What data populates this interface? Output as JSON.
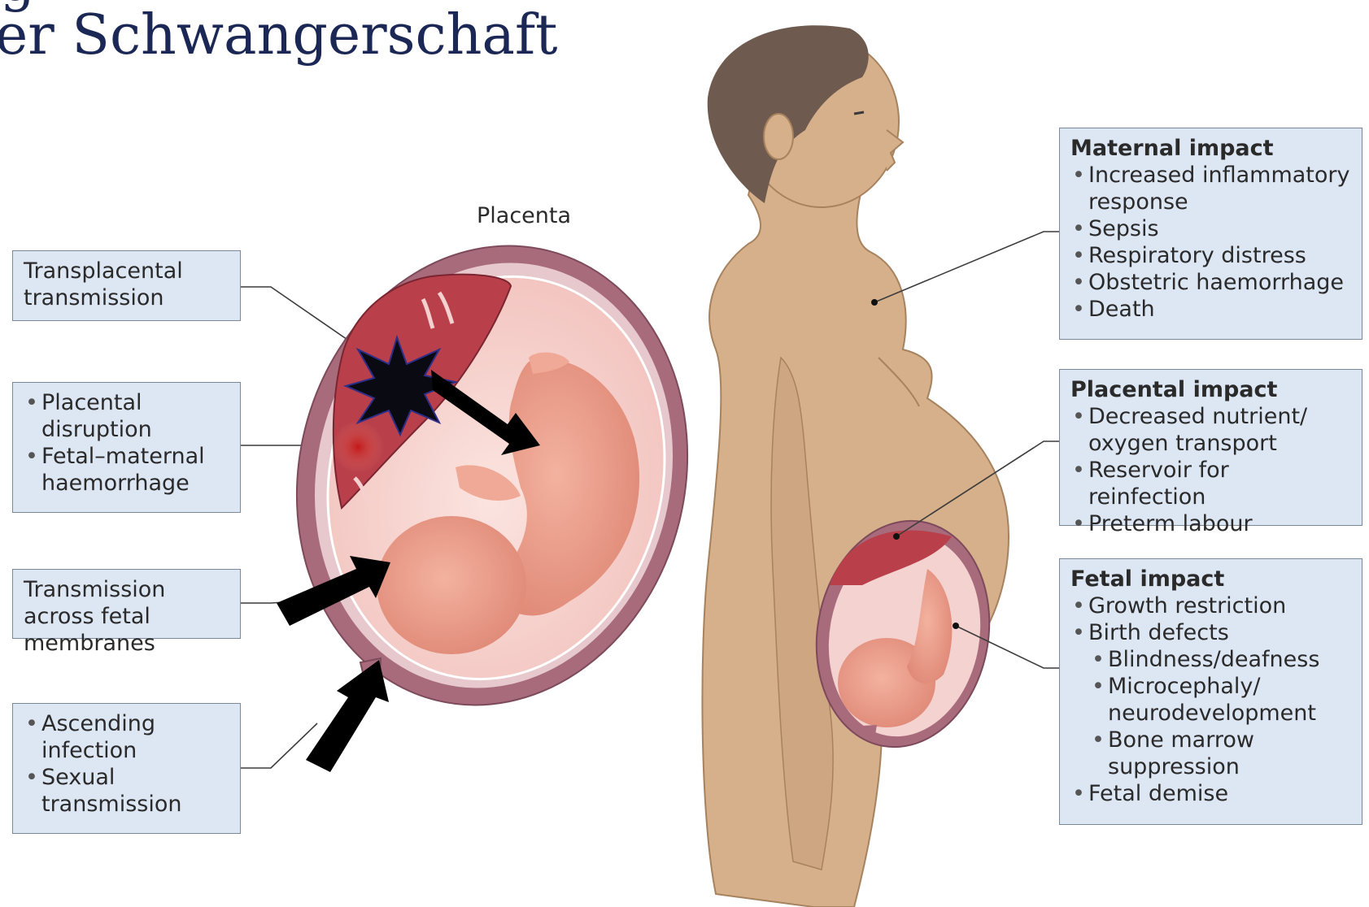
{
  "title": {
    "line1": "g",
    "line2": "er Schwangerschaft"
  },
  "diagram": {
    "placenta_label": "Placenta"
  },
  "left_boxes": {
    "transplacental": {
      "text": "Transplacental transmission"
    },
    "placental": {
      "items": [
        "Placental disruption",
        "Fetal–maternal haemorrhage"
      ]
    },
    "membranes": {
      "text": "Transmission across fetal membranes"
    },
    "ascending": {
      "items": [
        "Ascending infection",
        "Sexual transmission"
      ]
    }
  },
  "right_boxes": {
    "maternal": {
      "heading": "Maternal impact",
      "items": [
        "Increased inflammatory response",
        "Sepsis",
        "Respiratory distress",
        "Obstetric haemorrhage",
        "Death"
      ]
    },
    "placental": {
      "heading": "Placental impact",
      "items": [
        "Decreased nutrient/ oxygen transport",
        "Reservoir for reinfection",
        "Preterm labour"
      ]
    },
    "fetal": {
      "heading": "Fetal impact",
      "items": [
        "Growth restriction",
        "Birth defects"
      ],
      "sub_items": [
        "Blindness/deafness",
        "Microcephaly/ neurodevelopment",
        "Bone marrow suppression"
      ],
      "last_item": "Fetal demise"
    }
  },
  "colors": {
    "title": "#1b2754",
    "box_fill": "#dde6f3",
    "box_border": "#7b889b",
    "skin": "#d6b08a",
    "hair": "#6e5a4e",
    "uterus": "#a86b7c",
    "placenta": "#b9404a",
    "fetus": "#e89c86"
  }
}
